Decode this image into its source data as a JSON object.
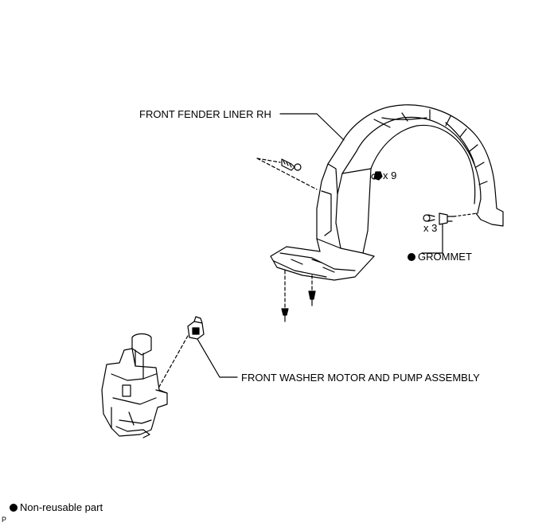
{
  "labels": {
    "fender_liner": "FRONT FENDER LINER RH",
    "qty_clips": "x 9",
    "qty_screws": "x 3",
    "grommet": "GROMMET",
    "washer_motor": "FRONT WASHER MOTOR AND PUMP ASSEMBLY"
  },
  "legend": {
    "non_reusable": "Non-reusable part"
  },
  "corner_mark": "P"
}
